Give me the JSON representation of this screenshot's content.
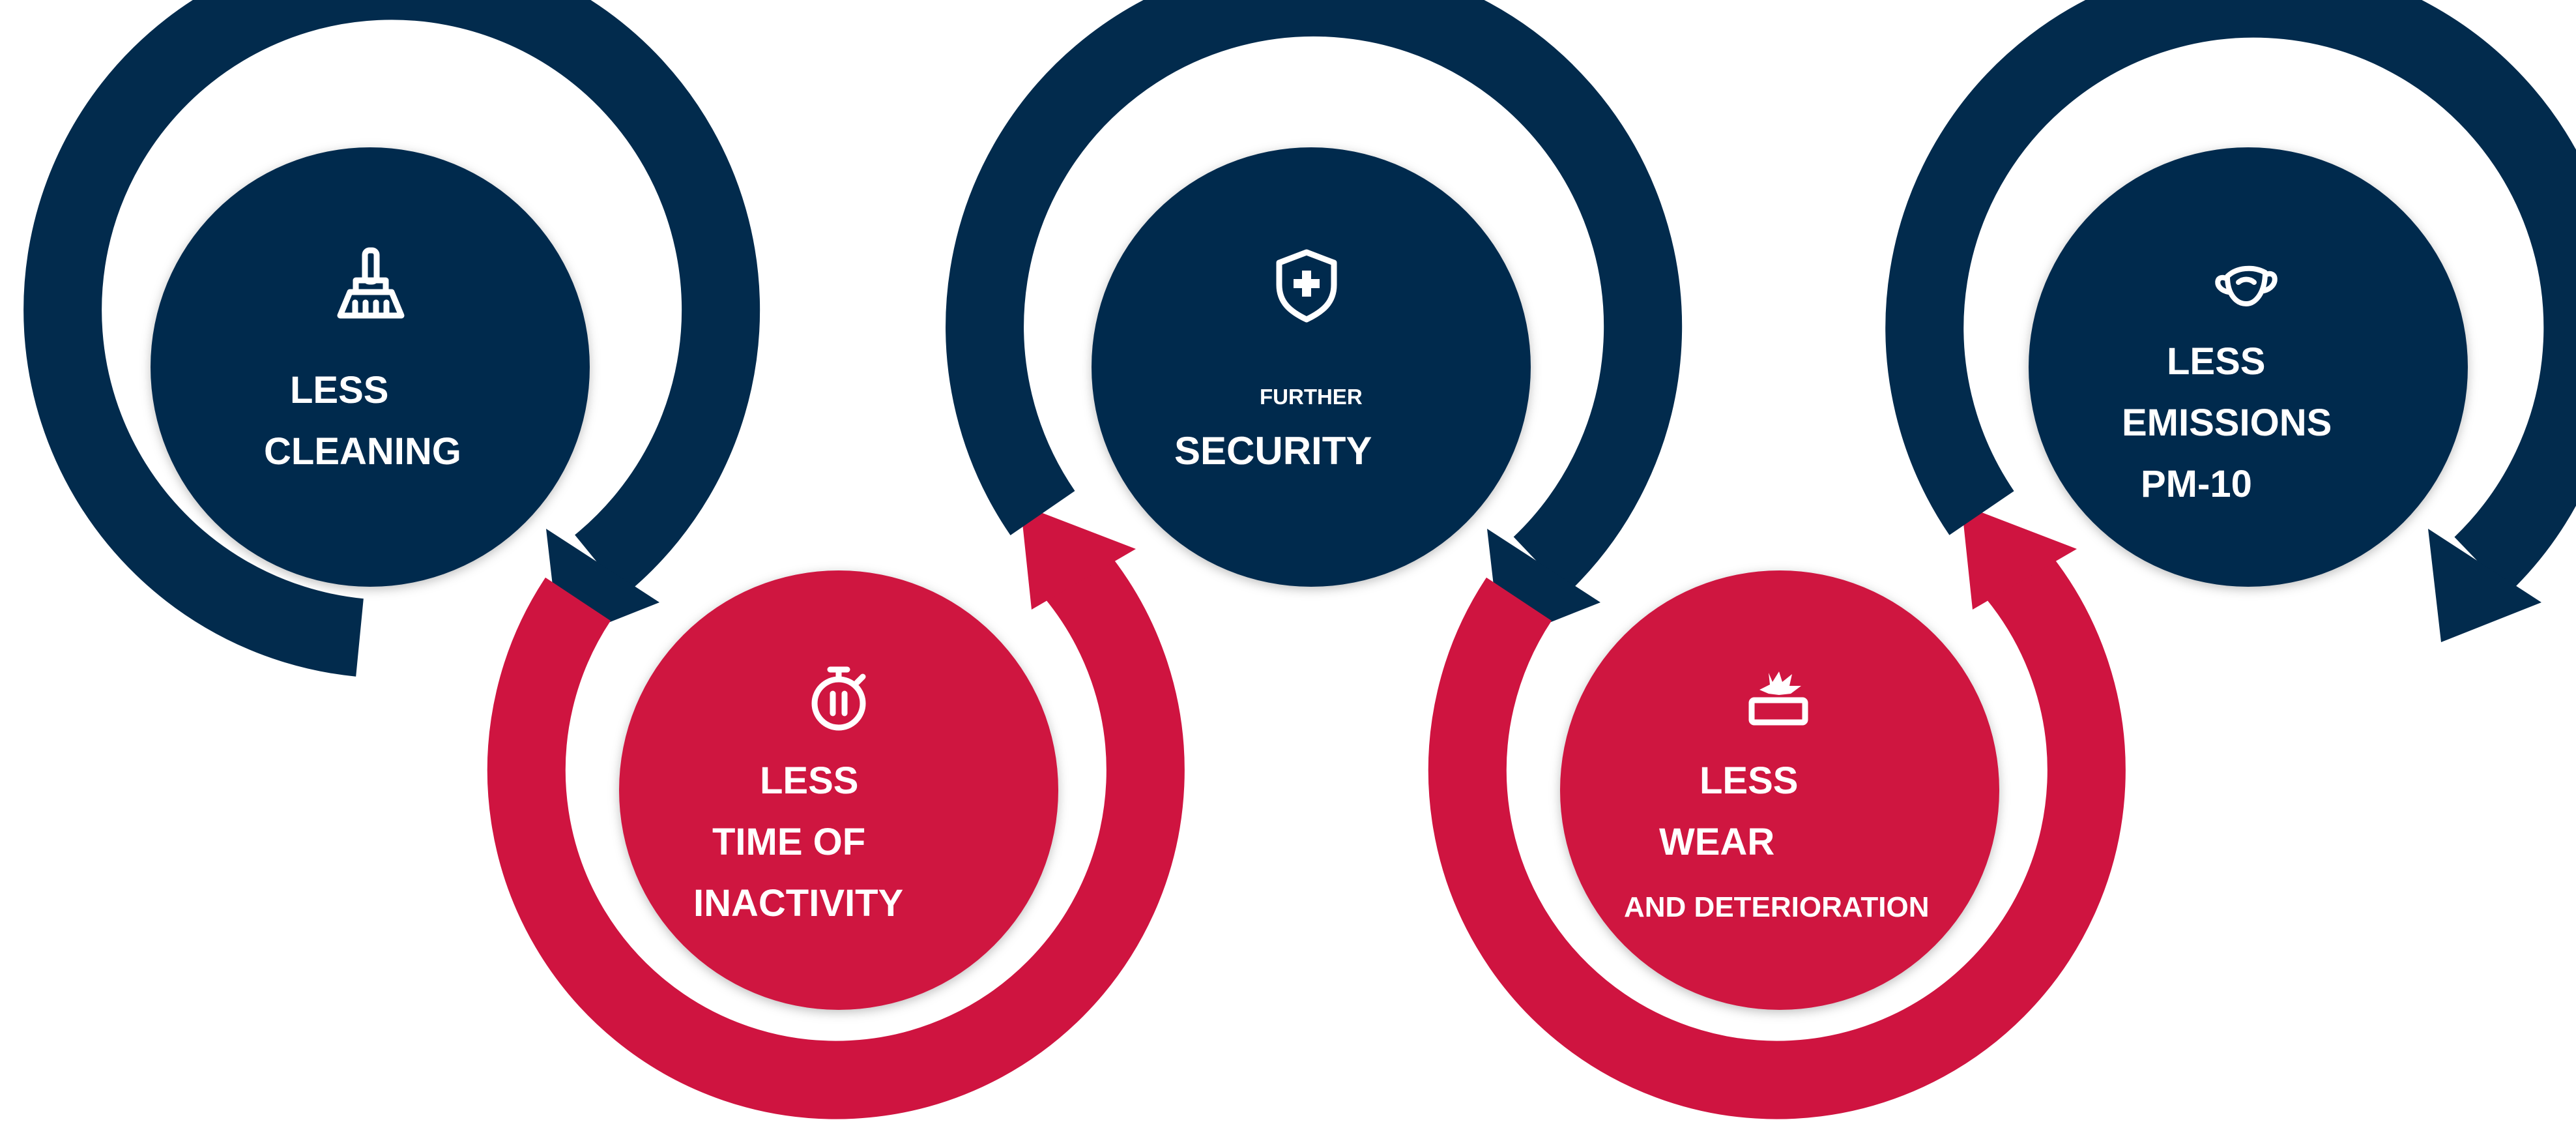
{
  "colors": {
    "navy": "#022b4d",
    "red": "#cf1440",
    "background": "#ffffff",
    "text": "#ffffff"
  },
  "items": [
    {
      "icon": "broom-icon",
      "color": "navy",
      "lines": [
        "LESS",
        "CLEANING"
      ]
    },
    {
      "icon": "stopwatch-pause-icon",
      "color": "red",
      "lines": [
        "LESS",
        "TIME OF",
        "INACTIVITY"
      ]
    },
    {
      "icon": "shield-plus-icon",
      "color": "navy",
      "lines": [
        "FURTHER",
        "SECURITY"
      ]
    },
    {
      "icon": "damaged-part-icon",
      "color": "red",
      "lines": [
        "LESS",
        "WEAR",
        "AND DETERIORATION"
      ]
    },
    {
      "icon": "face-mask-icon",
      "color": "navy",
      "lines": [
        "LESS",
        "EMISSIONS",
        "PM-10"
      ]
    }
  ]
}
